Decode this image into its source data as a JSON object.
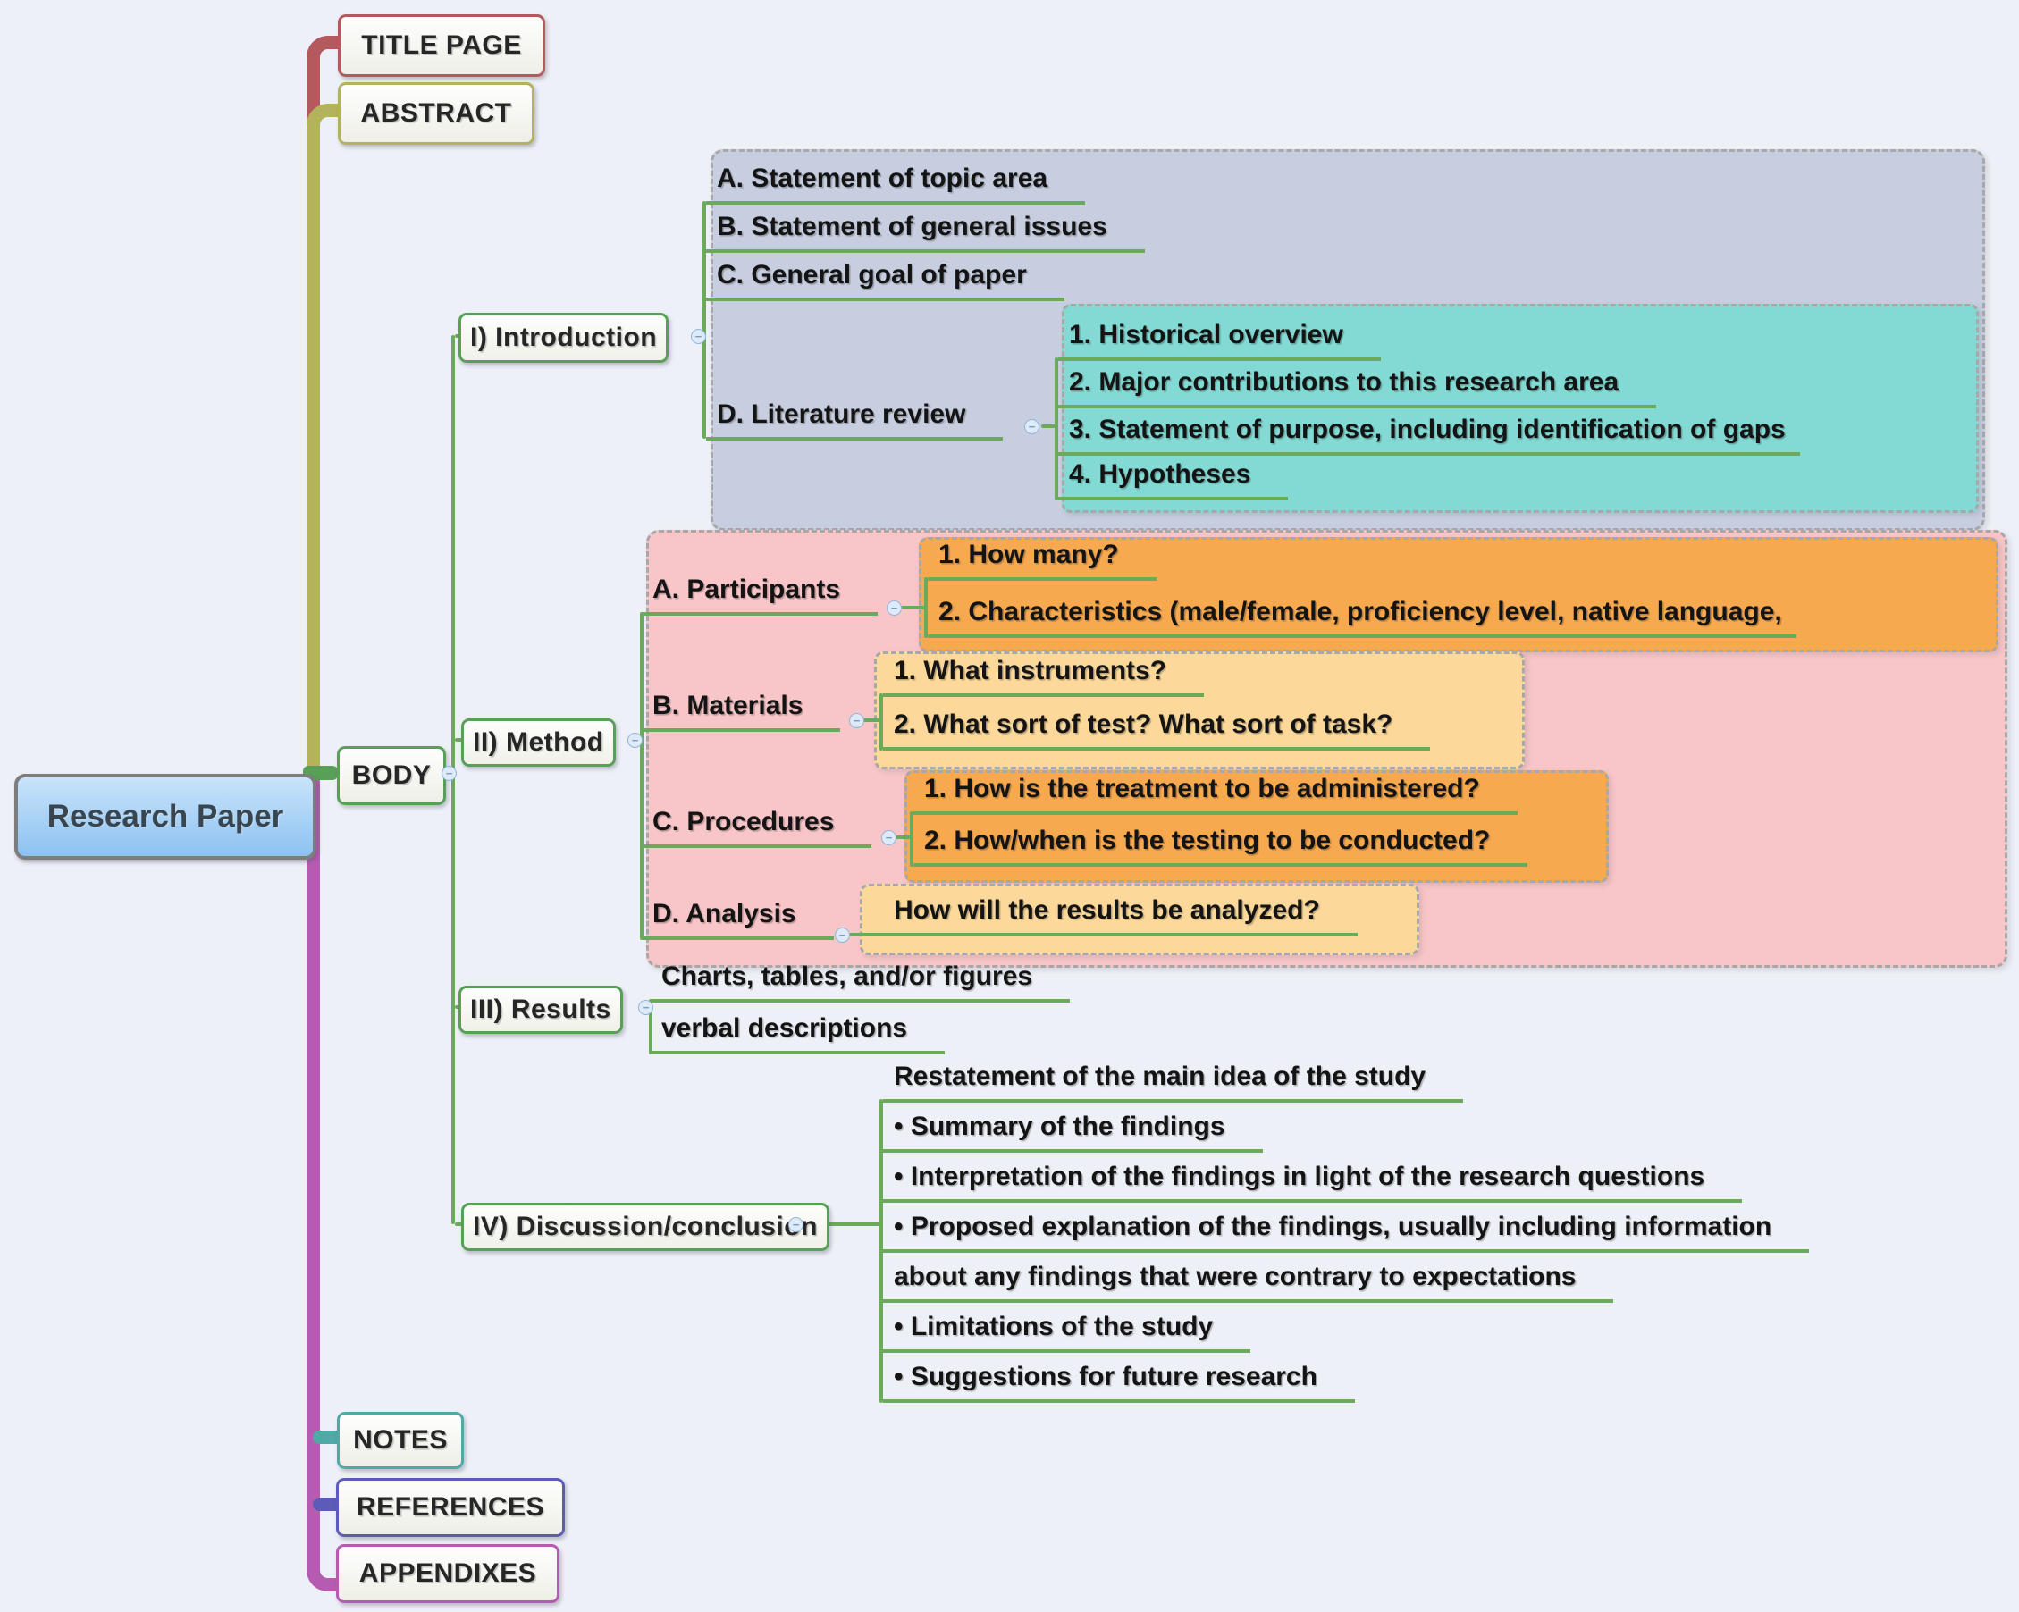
{
  "icons": {
    "collapse_glyph": "−"
  },
  "colors": {
    "background": "#eef0f7",
    "branch_red": "#b4595d",
    "branch_olive": "#b3b35c",
    "branch_green": "#58a058",
    "branch_teal": "#4fa9a4",
    "branch_indigo": "#5c5cb8",
    "branch_purple": "#b65bb2",
    "line_green": "#6aaa5a",
    "root_gradient": "linear-gradient(#c9e3fa,#8cc2f1)",
    "panel_introduction": "#c7cee0",
    "panel_literature": "#83d9d3",
    "panel_method": "#f8c5c8",
    "panel_orange": "#f7a94f",
    "panel_light_orange": "#fcd99b"
  },
  "map": {
    "root": {
      "label": "Research Paper"
    },
    "top_branches": [
      {
        "id": "title-page",
        "label": "TITLE PAGE",
        "color": "#b4595d"
      },
      {
        "id": "abstract",
        "label": "ABSTRACT",
        "color": "#b3b35c"
      }
    ],
    "body": {
      "label": "BODY",
      "sections": [
        {
          "id": "introduction",
          "label": "I) Introduction",
          "items": [
            {
              "label": "A. Statement of topic area"
            },
            {
              "label": "B. Statement of general issues"
            },
            {
              "label": "C. General goal of paper"
            },
            {
              "label": "D. Literature review",
              "children": [
                {
                  "label": "1. Historical overview"
                },
                {
                  "label": "2. Major contributions to this research area"
                },
                {
                  "label": "3. Statement of purpose, including identification of gaps"
                },
                {
                  "label": "4. Hypotheses"
                }
              ]
            }
          ]
        },
        {
          "id": "method",
          "label": "II) Method",
          "items": [
            {
              "label": "A. Participants",
              "children": [
                {
                  "label": "1. How many?"
                },
                {
                  "label": "2. Characteristics (male/female, proficiency level, native language,"
                }
              ]
            },
            {
              "label": "B. Materials",
              "children": [
                {
                  "label": "1. What instruments?"
                },
                {
                  "label": "2. What sort of test? What sort of task?"
                }
              ]
            },
            {
              "label": "C. Procedures",
              "children": [
                {
                  "label": "1. How is the treatment to be administered?"
                },
                {
                  "label": "2. How/when is the testing to be conducted?"
                }
              ]
            },
            {
              "label": "D. Analysis",
              "children": [
                {
                  "label": "How will the results be analyzed?"
                }
              ]
            }
          ]
        },
        {
          "id": "results",
          "label": "III) Results",
          "items": [
            {
              "label": "Charts, tables, and/or figures"
            },
            {
              "label": "verbal descriptions"
            }
          ]
        },
        {
          "id": "discussion",
          "label": "IV) Discussion/conclusion",
          "items": [
            {
              "label": "Restatement of the main idea of the study"
            },
            {
              "label": "• Summary of the findings"
            },
            {
              "label": "• Interpretation of the findings in light of the research questions"
            },
            {
              "label": "• Proposed explanation of the findings, usually including information"
            },
            {
              "label": "about any findings that were contrary to expectations"
            },
            {
              "label": "• Limitations of the study"
            },
            {
              "label": "• Suggestions for future research"
            }
          ]
        }
      ]
    },
    "bottom_branches": [
      {
        "id": "notes",
        "label": "NOTES",
        "color": "#4fa9a4"
      },
      {
        "id": "references",
        "label": "REFERENCES",
        "color": "#5c5cb8"
      },
      {
        "id": "appendixes",
        "label": "APPENDIXES",
        "color": "#b65bb2"
      }
    ]
  }
}
